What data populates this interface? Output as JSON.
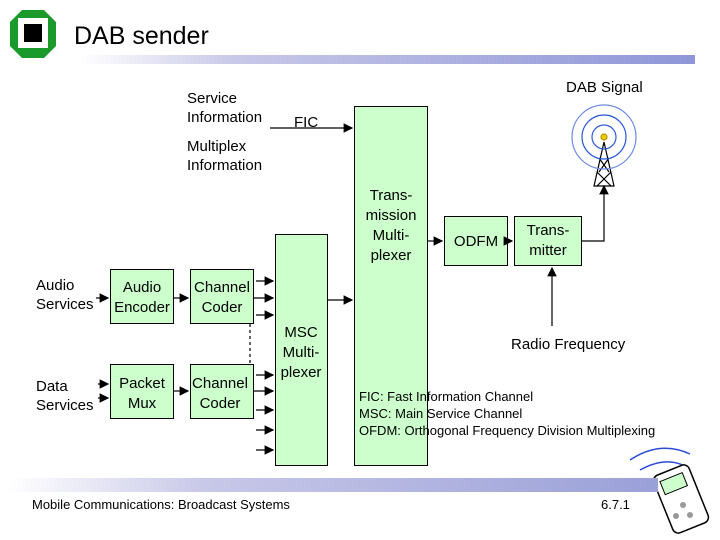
{
  "title": "DAB sender",
  "labels": {
    "service_information": "Service\nInformation",
    "fic": "FIC",
    "multiplex_information": "Multiplex\nInformation",
    "dab_signal": "DAB Signal",
    "audio_services": "Audio\nServices",
    "data_services": "Data\nServices",
    "radio_frequency": "Radio Frequency"
  },
  "blocks": {
    "audio_encoder": "Audio\nEncoder",
    "channel_coder_audio": "Channel\nCoder",
    "packet_mux": "Packet\nMux",
    "channel_coder_data": "Channel\nCoder",
    "msc_multiplexer": "MSC\nMulti-\nplexer",
    "transmission_multiplexer": "Trans-\nmission\nMulti-\nplexer",
    "odfm": "ODFM",
    "transmitter": "Trans-\nmitter"
  },
  "legend": {
    "fic": "FIC: Fast Information Channel",
    "msc": "MSC: Main Service Channel",
    "ofdm": "OFDM: Orthogonal Frequency Division Multiplexing"
  },
  "footer": {
    "course": "Mobile Communications: Broadcast Systems",
    "page": "6.7.1"
  },
  "colors": {
    "block_fill": "#ccffcc",
    "logo": "#1a9a2a"
  }
}
